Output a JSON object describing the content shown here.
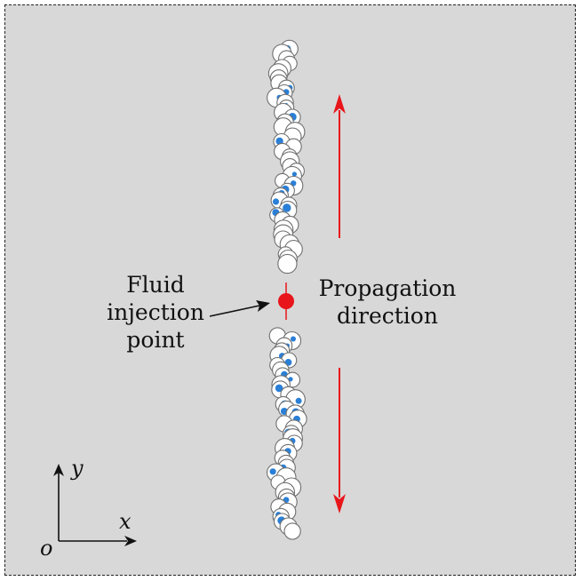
{
  "labels": {
    "injection_line1": "Fluid",
    "injection_line2": "injection",
    "injection_line3": "point",
    "propagation_line1": "Propagation",
    "propagation_line2": "direction"
  },
  "axes": {
    "x": "x",
    "y": "y",
    "origin": "o"
  },
  "colors": {
    "background": "#d8d8d8",
    "arrow": "#e8161b",
    "injection_point": "#e8161b",
    "particle_fill": "#ffffff",
    "particle_accent": "#2a7fd6"
  }
}
